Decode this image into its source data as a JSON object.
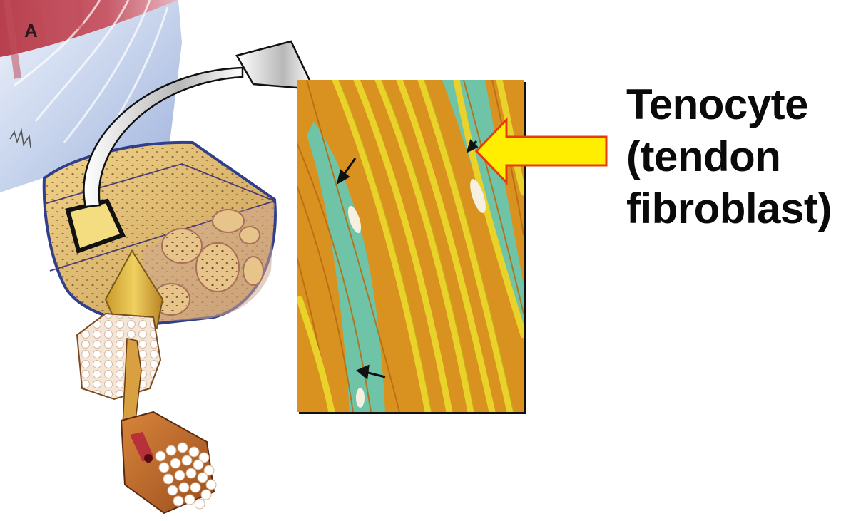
{
  "figure": {
    "panel_label": "A",
    "caption": {
      "line1": "Tenocyte",
      "line2": "(tendon",
      "line3": "fibroblast)"
    },
    "colors": {
      "pointer_fill": "#ffee00",
      "pointer_outline": "#e83a10",
      "fiber_orange": "#d9911f",
      "fiber_yellow": "#e9d22a",
      "interstitial_teal": "#6fc4a8",
      "muscle_red": "#b8404e",
      "tendon_blue": "#c8d4ec",
      "bone_blue_rim": "#2f3f8e",
      "text": "#0a0a0a"
    },
    "elements": {
      "left_illustration": "tendon-to-bone hierarchical cross-section",
      "callout_arrow": "curved magnification arrow",
      "inset": "magnified collagen fiber bundles with tenocytes",
      "pointer": "yellow block arrow pointing to tenocyte"
    }
  }
}
